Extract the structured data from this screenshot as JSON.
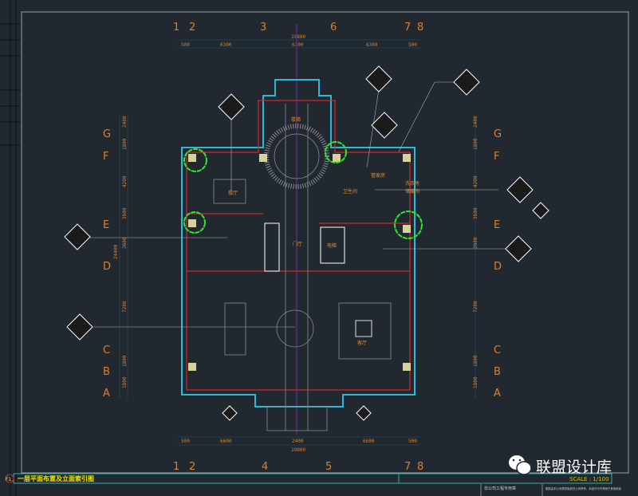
{
  "drawing": {
    "sheet_tag": "F1",
    "title": "一层平面布置及立面索引图",
    "scale": "SCALE : 1/100",
    "stamp_label": "非公司工程专用章",
    "notes": "图纸由本公司提供版权归公司所有，未经许可不得用于其他用途"
  },
  "grid": {
    "top": [
      "1",
      "2",
      "3",
      "6",
      "7",
      "8"
    ],
    "bottom": [
      "1",
      "2",
      "4",
      "5",
      "7",
      "8"
    ],
    "left": [
      "G",
      "F",
      "E",
      "D",
      "C",
      "B",
      "A"
    ],
    "right": [
      "G",
      "F",
      "E",
      "D",
      "C",
      "B",
      "A"
    ]
  },
  "dimensions": {
    "top_total": "19800",
    "top": [
      "500",
      "6300",
      "6300",
      "6300",
      "500"
    ],
    "bottom_total": "19800",
    "bottom": [
      "500",
      "6600",
      "2400",
      "6600",
      "500"
    ],
    "left_total": "24400",
    "left": [
      "2400",
      "1800",
      "4200",
      "3600",
      "3600",
      "7200",
      "1800",
      "1800"
    ],
    "right": [
      "2400",
      "1800",
      "4200",
      "3600",
      "3600",
      "7200",
      "1800",
      "1800"
    ]
  },
  "rooms": [
    "管家房",
    "卫生间",
    "餐厅",
    "客厅",
    "门厅",
    "电梯",
    "楼梯",
    "洗衣房",
    "储藏间"
  ],
  "watermark": "联盟设计库",
  "colors": {
    "background": "#212830",
    "wall": "#2fb8d6",
    "red": "#d02828",
    "accent": "#d9822b",
    "cloud": "#2ee82e"
  }
}
